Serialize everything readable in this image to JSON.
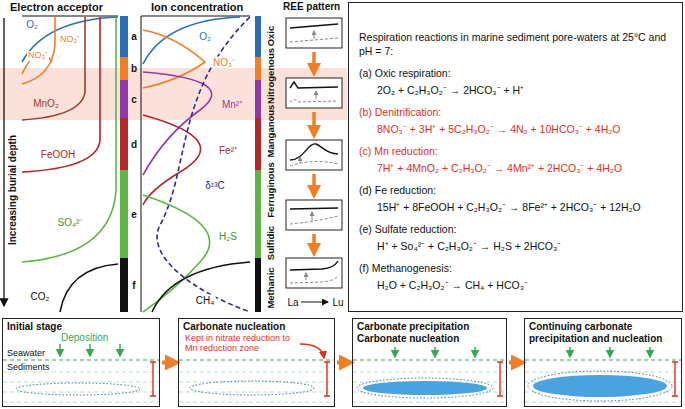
{
  "diagram": {
    "nodes": [
      {
        "text": [
          "Electron acceptor"
        ]
      },
      {
        "text": [
          "Ion concentration"
        ]
      },
      {
        "text": [
          "REE pattern"
        ]
      },
      {
        "text": [
          "Respiration reactions in marine sediment pore-waters at 25°C and pH = 7:",
          "(a) Oxic respiration:",
          "2O₂ + C₂H₃O₂⁻ → 2HCO₃⁻ + H⁺",
          "(b) Denitrification:",
          "8NO₃⁻ + 3H⁺ + 5C₂H₃O₂⁻ → 4N₂ + 10HCO₃⁻ + 4H₂O",
          "(c) Mn reduction:",
          "7H⁺ + 4MnO₂ + C₂H₃O₂⁻ → 4Mn²⁺ + 2HCO₃⁻ + 4H₂O",
          "(d) Fe reduction:",
          "15H⁺ + 8FeOOH + C₂H₃O₂⁻ → 8Fe²⁺ + 2HCO₃⁻ + 12H₂O",
          "(e) Sulfate reduction:",
          "H⁺ + So₄²⁻ + C₂H₃O₂⁻ → H₂S + 2HCO₃⁻",
          "(f) Methanogenesis:",
          "H₂O + C₂H₃O₂⁻ → CH₄ + HCO₃⁻"
        ]
      },
      {
        "text": [
          "Initial stage",
          "Seawater",
          "Sediments",
          "Deposition"
        ]
      },
      {
        "text": [
          "Carbonate nucleation",
          "Kept in nitrate reduction to Mn reduction zone"
        ]
      },
      {
        "text": [
          "Carbonate precipitation",
          "Carbonate nucleation"
        ]
      },
      {
        "text": [
          "Continuing carbonate precipitation and nucleation"
        ]
      }
    ],
    "edges": [
      {
        "from": 4,
        "to": 5,
        "arrow": "to"
      },
      {
        "from": 5,
        "to": 6,
        "arrow": "to"
      },
      {
        "from": 6,
        "to": 7,
        "arrow": "to"
      }
    ],
    "labels": [
      "Increasing burial depth",
      "a",
      "b",
      "c",
      "d",
      "e",
      "f",
      "O₂",
      "NO₂⁻",
      "NO₃⁻",
      "MnO₂",
      "FeOOH",
      "SO₄²⁻",
      "CO₂",
      "O₂",
      "NO₃⁻",
      "Mn²⁺",
      "Fe²⁺",
      "δ¹³C",
      "H₂S",
      "CH₄",
      "Oxic",
      "Nitrogenous",
      "Manganous",
      "Ferruginous",
      "Sulfidic",
      "Methanic",
      "La",
      "Lu"
    ]
  }
}
